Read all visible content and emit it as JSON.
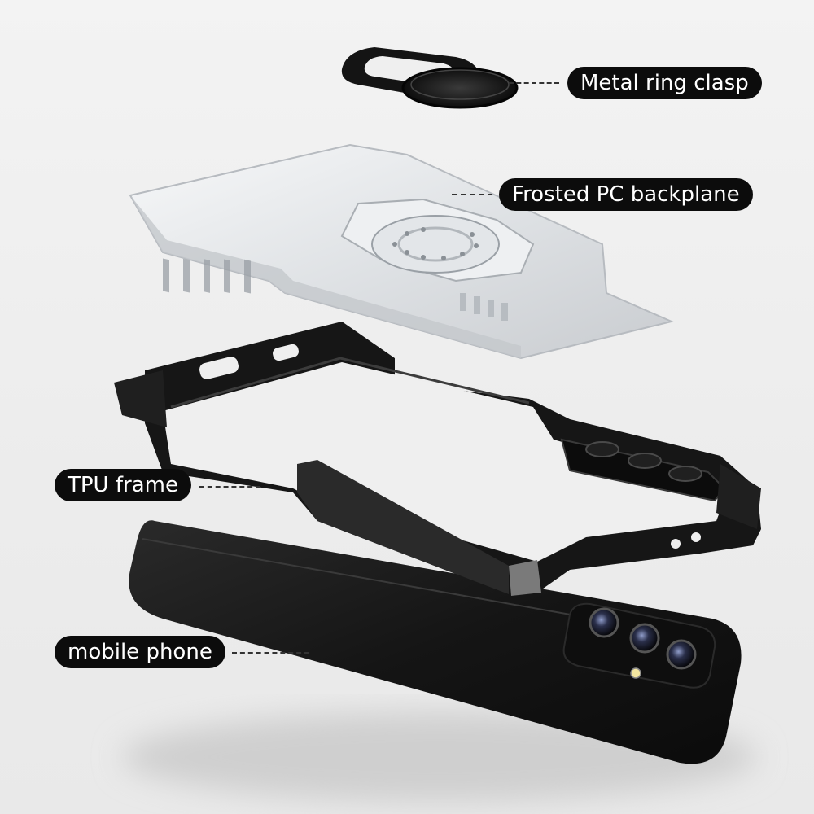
{
  "labels": {
    "ring_clasp": "Metal ring clasp",
    "pc_backplane": "Frosted PC backplane",
    "tpu_frame": "TPU frame",
    "mobile_phone": "mobile phone"
  },
  "colors": {
    "background": "#efefef",
    "label_bg": "#0c0c0c",
    "label_text": "#ffffff",
    "case_black": "#1a1a1a",
    "backplane_frost": "#e8eaec"
  }
}
